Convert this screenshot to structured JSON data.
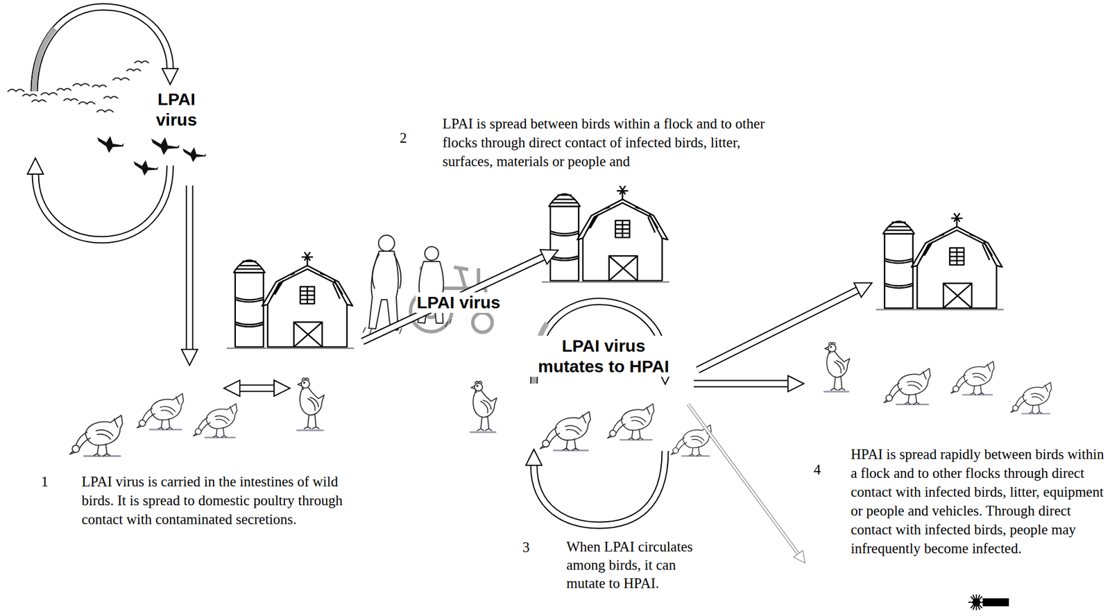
{
  "diagram": {
    "labels": [
      "LPAI virus",
      "2",
      "LPAI is spread between birds within a flock and to other flocks through direct contact of infected birds, litter, surfaces, materials or people and",
      "LPAI virus",
      "LPAI virus mutates to HPAI",
      "1",
      "LPAI virus is carried in the intestines of wild birds. It is spread to domestic poultry through contact with contaminated secretions.",
      "3",
      "When LPAI circulates among birds, it can mutate to HPAI.",
      "4",
      "HPAI is spread rapidly between birds within a flock and to other flocks through direct contact with infected birds, litter, equipment or people and vehicles. Through direct contact with infected birds, people may infrequently become infected."
    ]
  }
}
